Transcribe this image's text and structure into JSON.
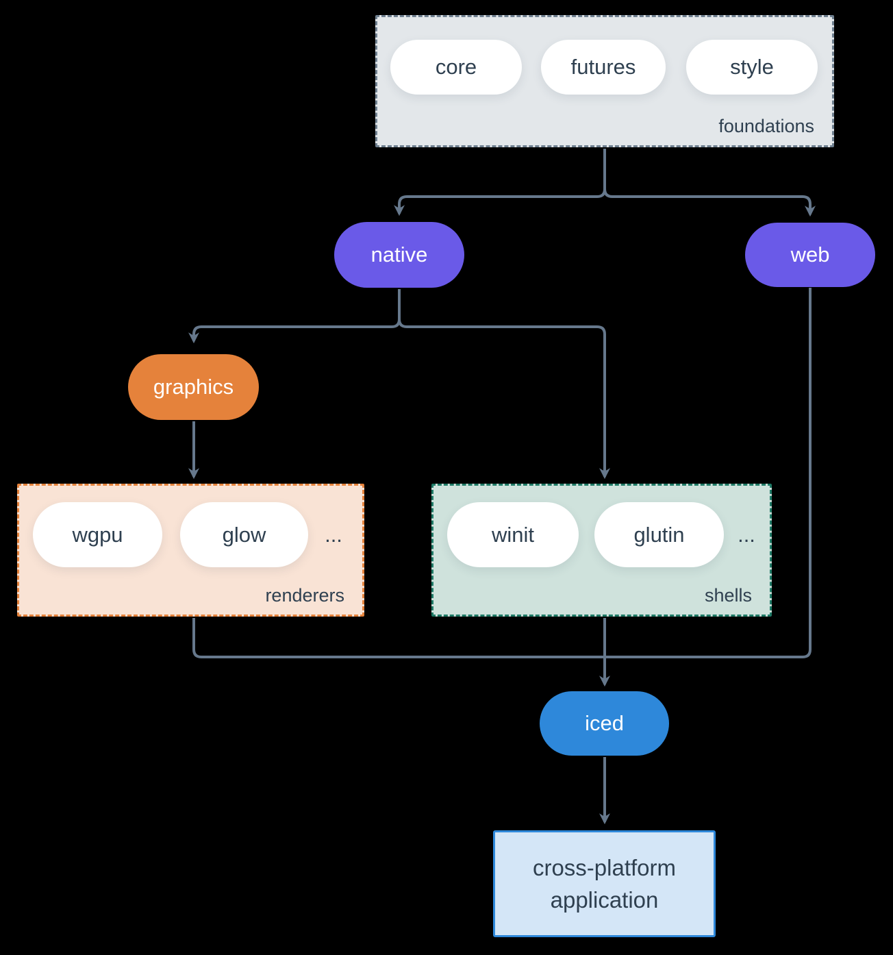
{
  "groups": {
    "foundations": {
      "label": "foundations",
      "items": [
        "core",
        "futures",
        "style"
      ],
      "fill": "#e3e7ea",
      "border_color": "#6e7f8f"
    },
    "renderers": {
      "label": "renderers",
      "items": [
        "wgpu",
        "glow"
      ],
      "more": "...",
      "fill": "#f9e3d5",
      "border_color": "#e5823b"
    },
    "shells": {
      "label": "shells",
      "items": [
        "winit",
        "glutin"
      ],
      "more": "...",
      "fill": "#cfe2dc",
      "border_color": "#1f7a66"
    }
  },
  "nodes": {
    "native": {
      "label": "native",
      "fill": "#6a5ae8"
    },
    "web": {
      "label": "web",
      "fill": "#6a5ae8"
    },
    "graphics": {
      "label": "graphics",
      "fill": "#e5823b"
    },
    "iced": {
      "label": "iced",
      "fill": "#2e88da"
    },
    "application": {
      "label": "cross-platform application",
      "lines": [
        "cross-platform",
        "application"
      ],
      "fill": "#d4e6f7",
      "border_color": "#2e88da"
    }
  },
  "edges": [
    {
      "from": "foundations",
      "to": "native"
    },
    {
      "from": "foundations",
      "to": "web"
    },
    {
      "from": "native",
      "to": "graphics"
    },
    {
      "from": "native",
      "to": "shells"
    },
    {
      "from": "graphics",
      "to": "renderers"
    },
    {
      "from": "renderers",
      "to": "iced"
    },
    {
      "from": "shells",
      "to": "iced"
    },
    {
      "from": "web",
      "to": "iced"
    },
    {
      "from": "iced",
      "to": "application"
    }
  ],
  "colors": {
    "background": "#000000",
    "arrow": "#66788c",
    "text_dark": "#2f4050",
    "pill_fill": "#ffffff",
    "pill_text_light": "#ffffff"
  }
}
